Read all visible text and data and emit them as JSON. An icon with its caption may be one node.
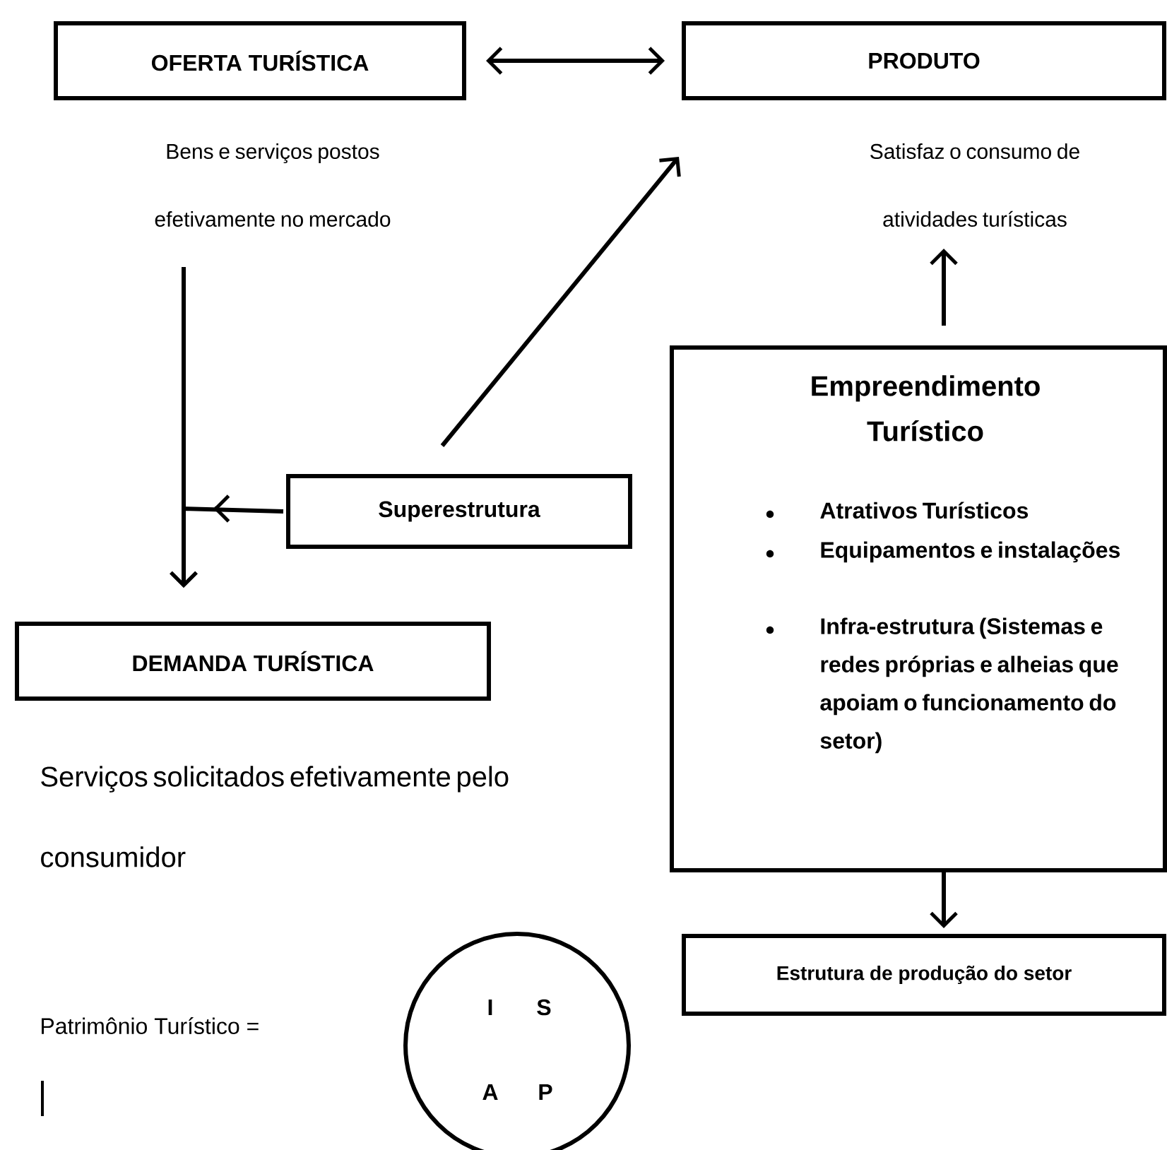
{
  "diagram": {
    "nodes": [
      {
        "text": [
          "OFERTA TURÍSTICA"
        ],
        "beside": [
          "Bens e serviços postos efetivamente no mercado"
        ]
      },
      {
        "text": [
          "PRODUTO"
        ],
        "beside": [
          "Satisfaz o consumo de atividades turísticas"
        ]
      },
      {
        "text": [
          "Superestrutura"
        ]
      },
      {
        "text": [
          "Empreendimento Turístico",
          "Atrativos Turísticos",
          "Equipamentos e instalações",
          "Infra-estrutura (Sistemas e redes próprias e alheias que apoiam o funcionamento do setor)"
        ]
      },
      {
        "text": [
          "DEMANDA TURÍSTICA"
        ],
        "beside": [
          "Serviços solicitados efetivamente pelo consumidor"
        ]
      },
      {
        "text": [
          "Estrutura de produção do setor"
        ]
      },
      {
        "text": [
          "I",
          "S",
          "A",
          "P"
        ]
      }
    ],
    "edges": [
      {
        "from": 0,
        "to": 1,
        "arrow": "both"
      },
      {
        "from": 0,
        "to": 4,
        "arrow": "to"
      },
      {
        "from": 2,
        "to": 4,
        "arrow": "to"
      },
      {
        "from": 2,
        "to": 1,
        "arrow": "to"
      },
      {
        "from": 3,
        "to": 1,
        "arrow": "to"
      },
      {
        "from": 3,
        "to": 5,
        "arrow": "to"
      }
    ],
    "labels": [
      "Patrimônio Turístico ="
    ]
  }
}
